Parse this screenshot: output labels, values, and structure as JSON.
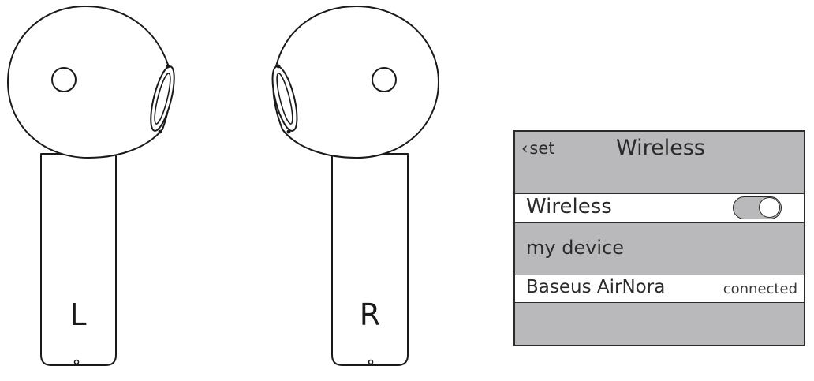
{
  "earbuds": {
    "left_letter": "L",
    "right_letter": "R"
  },
  "panel": {
    "back_chevron": "‹",
    "back_label": "set",
    "title": "Wireless",
    "wireless_label": "Wireless",
    "wireless_toggle_on": true,
    "section_label": "my device",
    "device": {
      "name": "Baseus AirNora",
      "status": "connected"
    }
  },
  "colors": {
    "panel_background": "#b9b9bb",
    "row_background": "#ffffff",
    "line": "#2a2a2a"
  }
}
